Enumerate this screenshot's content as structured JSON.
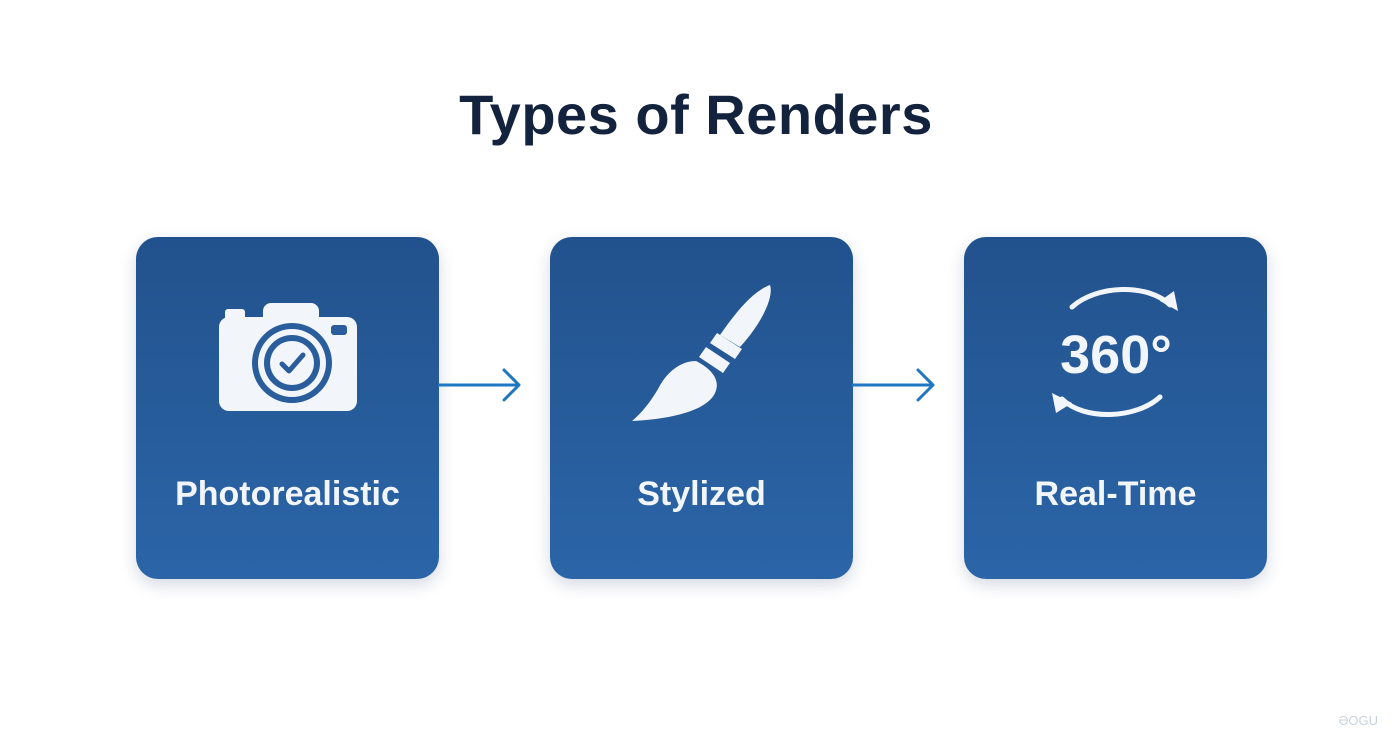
{
  "title": "Types of Renders",
  "colors": {
    "card_top": "#22528d",
    "card_bottom": "#2b65a8",
    "arrow": "#1f77c3",
    "title": "#14233d",
    "icon": "#f2f6fb"
  },
  "cards": [
    {
      "label": "Photorealistic",
      "icon": "camera-icon"
    },
    {
      "label": "Stylized",
      "icon": "paintbrush-icon"
    },
    {
      "label": "Real-Time",
      "icon": "rotation-360-icon",
      "icon_text": "360°"
    }
  ],
  "watermark": "ƏOGU"
}
